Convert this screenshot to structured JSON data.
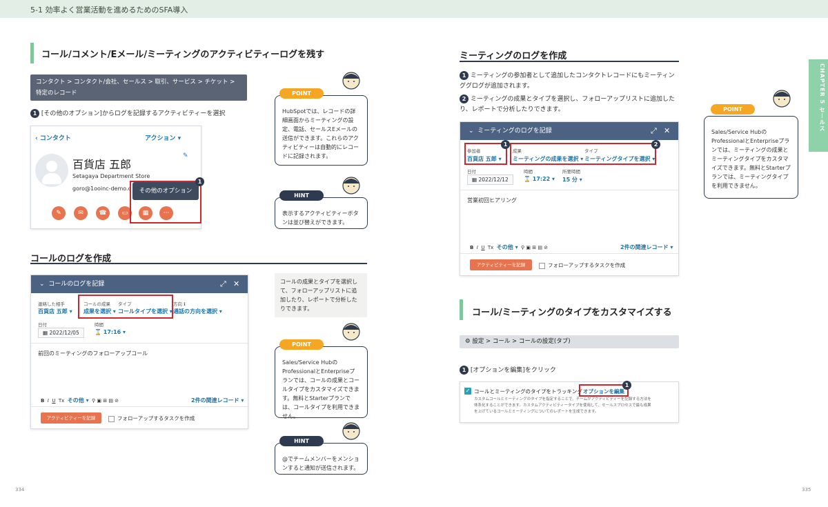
{
  "header": {
    "chapter_title": "5-1 効率よく営業活動を進めるためのSFA導入"
  },
  "left": {
    "section1_title": "コール/コメント/Eメール/ミーティングのアクティビティーログを残す",
    "breadcrumb_line1": "コンタクト > コンタクト/会社、セールス > 取引、サービス > チケット >",
    "breadcrumb_line2": "特定のレコード",
    "step1": "[その他のオプション]からログを記録するアクティビティーを選択",
    "contact_card": {
      "back": "‹ コンタクト",
      "action": "アクション ▾",
      "name": "百貨店 五郎",
      "company": "Setagaya Department Store",
      "email": "goro@1ooinc-demo.c",
      "tooltip": "その他のオプション"
    },
    "point1": {
      "badge": "POINT",
      "text": "HubSpotでは、レコードの詳細画面からミーティングの設定、電話、セールスEメールの送信ができます。これらのアクティビティーは自動的にレコードに記録されます。"
    },
    "hint1": {
      "badge": "HINT",
      "text": "表示するアクティビティーボタンは並び替えができます。"
    },
    "section2_title": "コールのログを作成",
    "call_panel": {
      "title": "コールのログを記録",
      "contact_label": "連絡した相手",
      "contact_value": "百貨店 五郎 ▾",
      "result_label": "コールの成果",
      "result_value": "成果を選択 ▾",
      "type_label": "タイプ",
      "type_value": "コールタイプを選択 ▾",
      "direction_label": "方向 ℹ",
      "direction_value": "通話の方向を選択 ▾",
      "date_label": "日付",
      "date_value": "2022/12/05",
      "time_label": "時間",
      "time_value": "17:16 ▾",
      "body": "前回のミーティングのフォローアップコール",
      "more": "その他 ▾",
      "related": "2件の関連レコード ▾",
      "button": "アクティビティーを記録",
      "task": "フォローアップするタスクを作成"
    },
    "note1": "コールの成果とタイプを選択して、フォローアップリストに追加したり、レポートで分析したりできます。",
    "point2": {
      "badge": "POINT",
      "text": "Sales/Service HubのProfessionalとEnterpriseプランでは、コールの成果とコールタイプをカスタマイズできます。無料とStarterプランでは、コールタイプを利用できません。"
    },
    "hint2": {
      "badge": "HINT",
      "text": "@でチームメンバーをメンションすると通知が送信されます。"
    },
    "page_number": "334"
  },
  "right": {
    "section3_title": "ミーティングのログを作成",
    "step1": "ミーティングの参加者として追加したコンタクトレコードにもミーティンググログが追加されます。",
    "step2": "ミーティングの成果とタイプを選択し、フォローアップリストに追加したり、レポートで分析したりできます。",
    "meeting_panel": {
      "title": "ミーティングのログを記録",
      "attendee_label": "参加者",
      "attendee_value": "百貨店 五郎 ▾",
      "result_label": "成果",
      "result_value": "ミーティングの成果を選択 ▾",
      "type_label": "タイプ",
      "type_value": "ミーティングタイプを選択 ▾",
      "date_label": "日付",
      "date_value": "2022/12/12",
      "time_label": "時間",
      "time_value": "17:22 ▾",
      "duration_label": "所要時間",
      "duration_value": "15 分 ▾",
      "body": "営業初回ヒアリング",
      "more": "その他 ▾",
      "related": "2件の関連レコード ▾",
      "button": "アクティビティーを記録",
      "task": "フォローアップするタスクを作成"
    },
    "point3": {
      "badge": "POINT",
      "text": "Sales/Service HubのProfessionalとEnterpriseプランでは、ミーティングの成果とミーティングタイプをカスタマイズできます。無料とStarterプランでは、ミーティングタイプを利用できません。"
    },
    "section4_title": "コール/ミーティングのタイプをカスタマイズする",
    "settings_path": "設定 > コール > コールの設定(タブ)",
    "step3": "[オプションを編集]をクリック",
    "option_card": {
      "label": "コールとミーティングのタイプをトラッキング",
      "link": "オプションを編集",
      "desc1": "カスタムコールとミーティングのタイプを指定することで、チームがアクティビティーを記録する方法を",
      "desc2": "体系化することができます。カスタムアクティビティータイプを使用して、セールスプロセスで最も成果",
      "desc3": "を上げているコールとミーティングについてのレポートを生成できます。"
    },
    "side_tab": "CHAPTER 5 セールス",
    "page_number": "335"
  },
  "num_labels": [
    "1",
    "2"
  ],
  "colors": {
    "accent_green": "#7fc79a",
    "navy": "#2d3a4f",
    "orange": "#e8734f",
    "link_blue": "#1d74a8",
    "red": "#d0252c",
    "point_yellow": "#f5a623"
  }
}
